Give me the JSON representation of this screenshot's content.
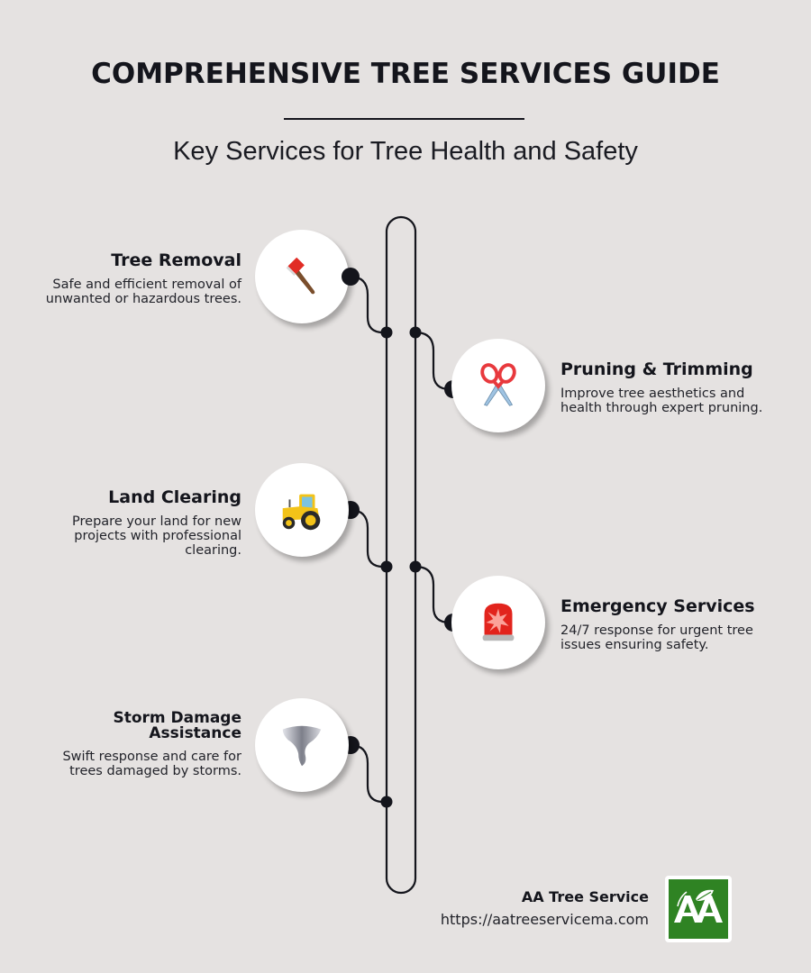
{
  "header": {
    "title": "COMPREHENSIVE TREE SERVICES GUIDE",
    "subtitle": "Key Services for Tree Health and Safety"
  },
  "services": [
    {
      "title": "Tree Removal",
      "description": "Safe and efficient removal of unwanted or hazardous trees.",
      "icon": "axe-icon",
      "side": "left"
    },
    {
      "title": "Pruning & Trimming",
      "description": "Improve tree aesthetics and health through expert pruning.",
      "icon": "scissors-icon",
      "side": "right"
    },
    {
      "title": "Land Clearing",
      "description": "Prepare your land for new projects with professional clearing.",
      "icon": "tractor-icon",
      "side": "left"
    },
    {
      "title": "Emergency Services",
      "description": "24/7 response for urgent tree issues ensuring safety.",
      "icon": "siren-icon",
      "side": "right"
    },
    {
      "title": "Storm Damage Assistance",
      "description": "Swift response and care for trees damaged by storms.",
      "icon": "tornado-icon",
      "side": "left"
    }
  ],
  "footer": {
    "company": "AA Tree Service",
    "url": "https://aatreeservicema.com",
    "logo_text": "AA"
  },
  "colors": {
    "background": "#e5e2e1",
    "ink": "#14151c",
    "logo_green": "#2f8323"
  }
}
